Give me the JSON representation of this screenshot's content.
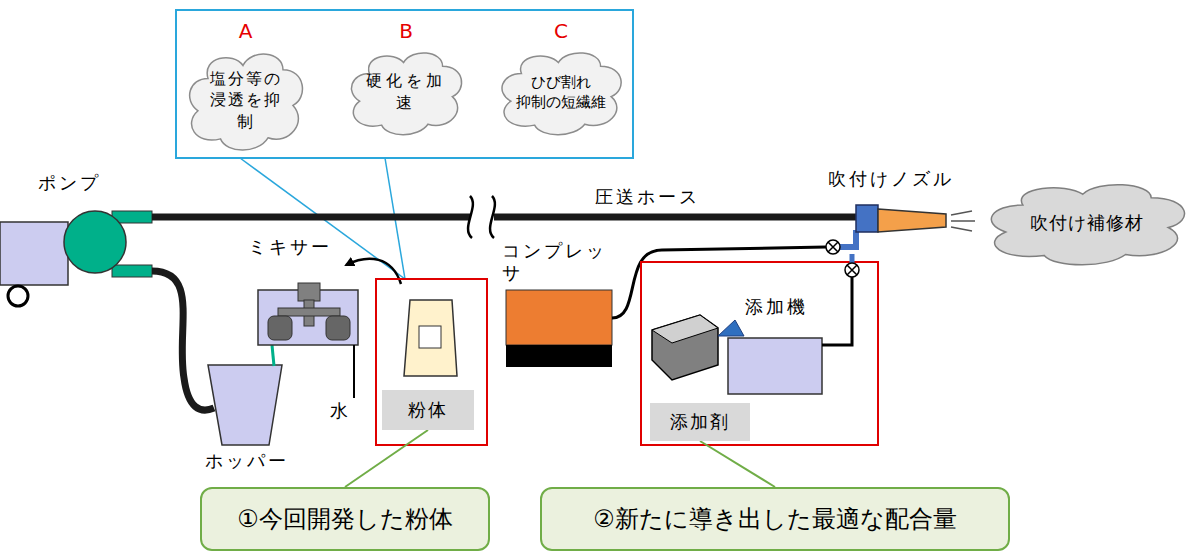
{
  "diagram": {
    "nodes": [
      {
        "text": [
          "A",
          "塩分等の浸透を抑制"
        ]
      },
      {
        "text": [
          "B",
          "硬化を加速"
        ]
      },
      {
        "text": [
          "C",
          "ひび割れ 抑制の短繊維"
        ]
      },
      {
        "text": [
          "吹付け補修材"
        ]
      },
      {
        "text": [
          "粉体"
        ]
      },
      {
        "text": [
          "添加剤"
        ]
      },
      {
        "text": [
          "①今回開発した粉体"
        ]
      },
      {
        "text": [
          "②新たに導き出した最適な配合量"
        ]
      }
    ],
    "edges": [
      {
        "from": 4,
        "to": 6,
        "arrow": "none"
      },
      {
        "from": 5,
        "to": 7,
        "arrow": "none"
      }
    ],
    "labels": [
      "ポンプ",
      "ミキサー",
      "ホッパー",
      "水",
      "圧送ホース",
      "コンプレッサ",
      "吹付けノズル",
      "添加機"
    ]
  }
}
